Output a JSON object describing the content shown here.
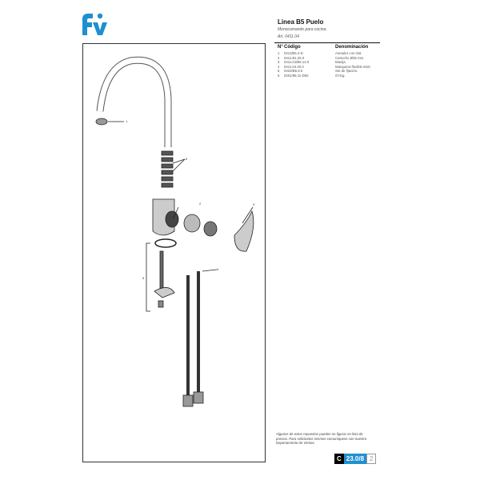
{
  "header": {
    "title": "Linea B5 Puelo",
    "subtitle": "Monocomando para cocina.",
    "article": "Art. 0411.04",
    "brand_color": "#1f8fd0"
  },
  "table": {
    "headers": {
      "num": "N°",
      "code": "Código",
      "name": "Denominación"
    },
    "rows": [
      {
        "num": "1",
        "code": "0411/B5.4-D",
        "name": "Aireador con slot."
      },
      {
        "num": "2",
        "code": "0411.B1.25.0",
        "name": "Cartucho Ø35 mm."
      },
      {
        "num": "3",
        "code": "0411.01/B5.14.0",
        "name": "Manija."
      },
      {
        "num": "4",
        "code": "0411.04.20.0",
        "name": "Manguera flexible M10."
      },
      {
        "num": "5",
        "code": "0423/B5.8.0",
        "name": "Set de fijación."
      },
      {
        "num": "6",
        "code": "0201/98.11-D50",
        "name": "O'ring."
      }
    ]
  },
  "diagram": {
    "labels": [
      "1",
      "2",
      "3",
      "4",
      "5",
      "6"
    ]
  },
  "footer": {
    "note": "Algunos de estos repuestos pueden no figurar en lista de precios. Para solicitarlos mismos comuníquese con nuestro Departamento de Ventas.",
    "ref_letter": "C",
    "ref_number": "23.0/8",
    "page": "2"
  }
}
